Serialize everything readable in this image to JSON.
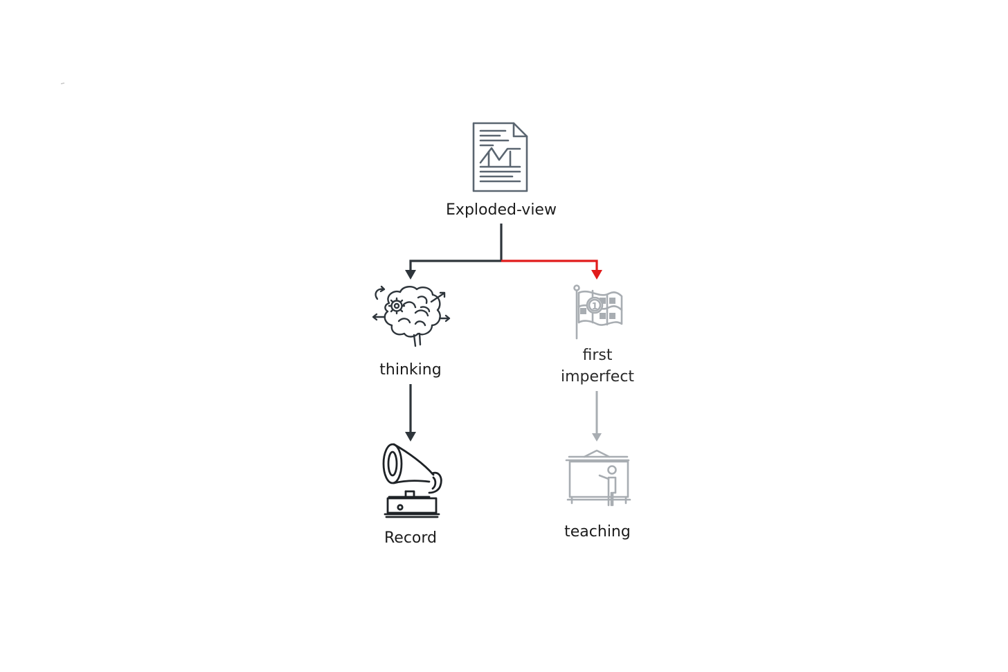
{
  "diagram": {
    "root": {
      "label": "Exploded-view",
      "icon": "document-chart-icon"
    },
    "left_branch": {
      "top": {
        "label": "thinking",
        "icon": "brain-gear-icon"
      },
      "bottom": {
        "label": "Record",
        "icon": "gramophone-icon"
      }
    },
    "right_branch": {
      "top": {
        "label_line1": "first",
        "label_line2": "imperfect",
        "icon": "checkered-flag-icon"
      },
      "bottom": {
        "label": "teaching",
        "icon": "teacher-board-icon"
      }
    },
    "colors": {
      "dark": "#2e353b",
      "icon_slate": "#5a6570",
      "highlight": "#e11b1b",
      "muted": "#a8adb2",
      "text_dark": "#1c1c1c",
      "text_muted": "#2a2a2a"
    }
  }
}
